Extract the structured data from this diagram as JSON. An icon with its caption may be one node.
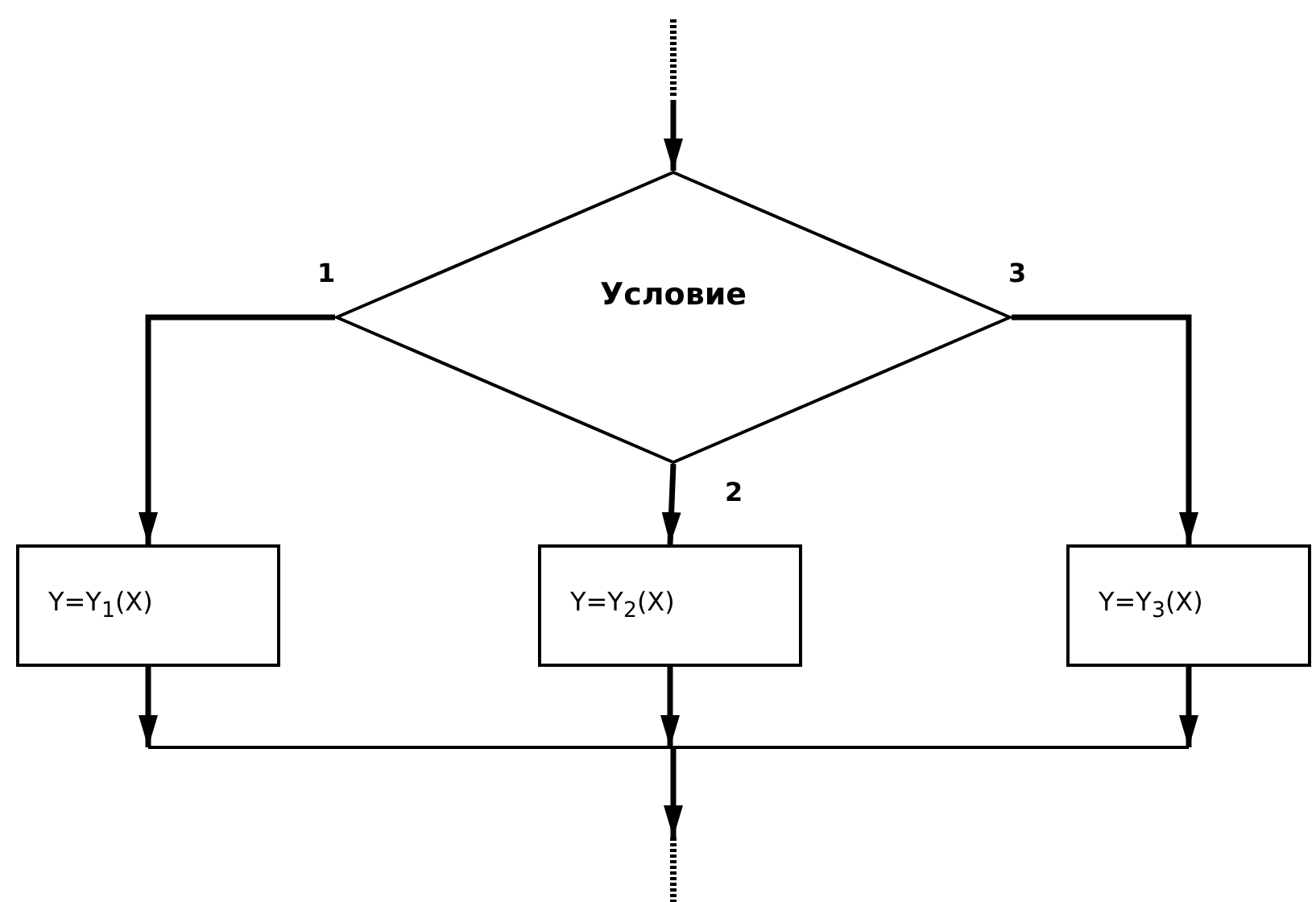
{
  "diagram": {
    "nodes": [
      {
        "text": [
          "Условие"
        ]
      },
      {
        "text": [
          "Y=Y$_{1}$(X)"
        ]
      },
      {
        "text": [
          "Y=Y$_{2}$(X)"
        ]
      },
      {
        "text": [
          "Y=Y$_{3}$(X)"
        ]
      }
    ],
    "edges": [
      {
        "from": null,
        "to": 0,
        "arrow": "to"
      },
      {
        "from": 0,
        "to": 1,
        "arrow": "to",
        "label": "1"
      },
      {
        "from": 0,
        "to": 2,
        "arrow": "to",
        "label": "2"
      },
      {
        "from": 0,
        "to": 3,
        "arrow": "to",
        "label": "3"
      },
      {
        "from": 1,
        "to": null,
        "arrow": "to"
      },
      {
        "from": 2,
        "to": null,
        "arrow": "to"
      },
      {
        "from": 3,
        "to": null,
        "arrow": "to"
      }
    ]
  }
}
